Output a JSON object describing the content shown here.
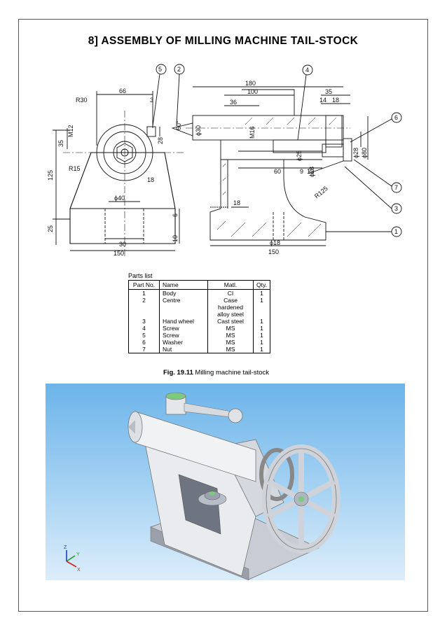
{
  "title": "8] ASSEMBLY OF MILLING MACHINE TAIL-STOCK",
  "drawing": {
    "balloons": [
      "5",
      "2",
      "4",
      "6",
      "7",
      "3",
      "1"
    ],
    "dimensions": {
      "d66": "66",
      "r30": "R30",
      "d3": "3",
      "d35": "35",
      "m12": "M12",
      "d28a": "28",
      "r15": "R15",
      "d125": "125",
      "d18a": "18",
      "phi40": "ϕ40",
      "d6": "6",
      "d25": "25",
      "d10": "10",
      "d30": "30",
      "d150a": "150",
      "d180": "180",
      "d100": "100",
      "d36": "36",
      "d35b": "35",
      "d14": "14",
      "d18b": "18",
      "a60deg": "60°",
      "phi30": "ϕ30",
      "m16": "M16",
      "phi28": "ϕ28",
      "phi80": "ϕ80",
      "d60": "60",
      "d9": "9",
      "d12": "12",
      "phi28b": "ϕ28",
      "phi25": "ϕ25",
      "r125": "R125",
      "d18c": "18",
      "phi18": "ϕ18",
      "d150b": "150"
    }
  },
  "parts_list": {
    "caption": "Parts list",
    "headers": {
      "no": "Part No.",
      "name": "Name",
      "mat": "Matl.",
      "qty": "Qty."
    },
    "rows": [
      {
        "no": "1",
        "name": "Body",
        "mat": "CI",
        "qty": "1"
      },
      {
        "no": "2",
        "name": "Centre",
        "mat": "Case hardened",
        "mat2": "alloy steel",
        "qty": "1"
      },
      {
        "no": "3",
        "name": "Hand wheel",
        "mat": "Cast steel",
        "qty": "1"
      },
      {
        "no": "4",
        "name": "Screw",
        "mat": "MS",
        "qty": "1"
      },
      {
        "no": "5",
        "name": "Screw",
        "mat": "MS",
        "qty": "1"
      },
      {
        "no": "6",
        "name": "Washer",
        "mat": "MS",
        "qty": "1"
      },
      {
        "no": "7",
        "name": "Nut",
        "mat": "MS",
        "qty": "1"
      }
    ]
  },
  "figure": {
    "number": "Fig. 19.11",
    "caption": "Milling machine tail-stock"
  },
  "render": {
    "axis_labels": {
      "z": "Z",
      "y": "Y",
      "x": "X"
    }
  }
}
